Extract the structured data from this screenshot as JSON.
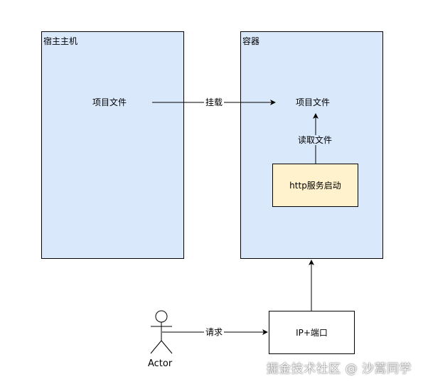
{
  "colors": {
    "host_fill": "#dae8fc",
    "container_fill": "#dae8fc",
    "http_fill": "#fff2cc",
    "stroke": "#000000"
  },
  "host": {
    "title": "宿主主机",
    "file_label": "项目文件"
  },
  "container": {
    "title": "容器",
    "file_label": "项目文件",
    "read_label": "读取文件",
    "http_label": "http服务启动"
  },
  "mount_label": "挂载",
  "ip_box_label": "IP+端口",
  "request_label": "请求",
  "actor": {
    "icon": "stick-figure-icon",
    "label": "Actor"
  },
  "watermark": "掘金技术社区 @ 沙蒿同学"
}
